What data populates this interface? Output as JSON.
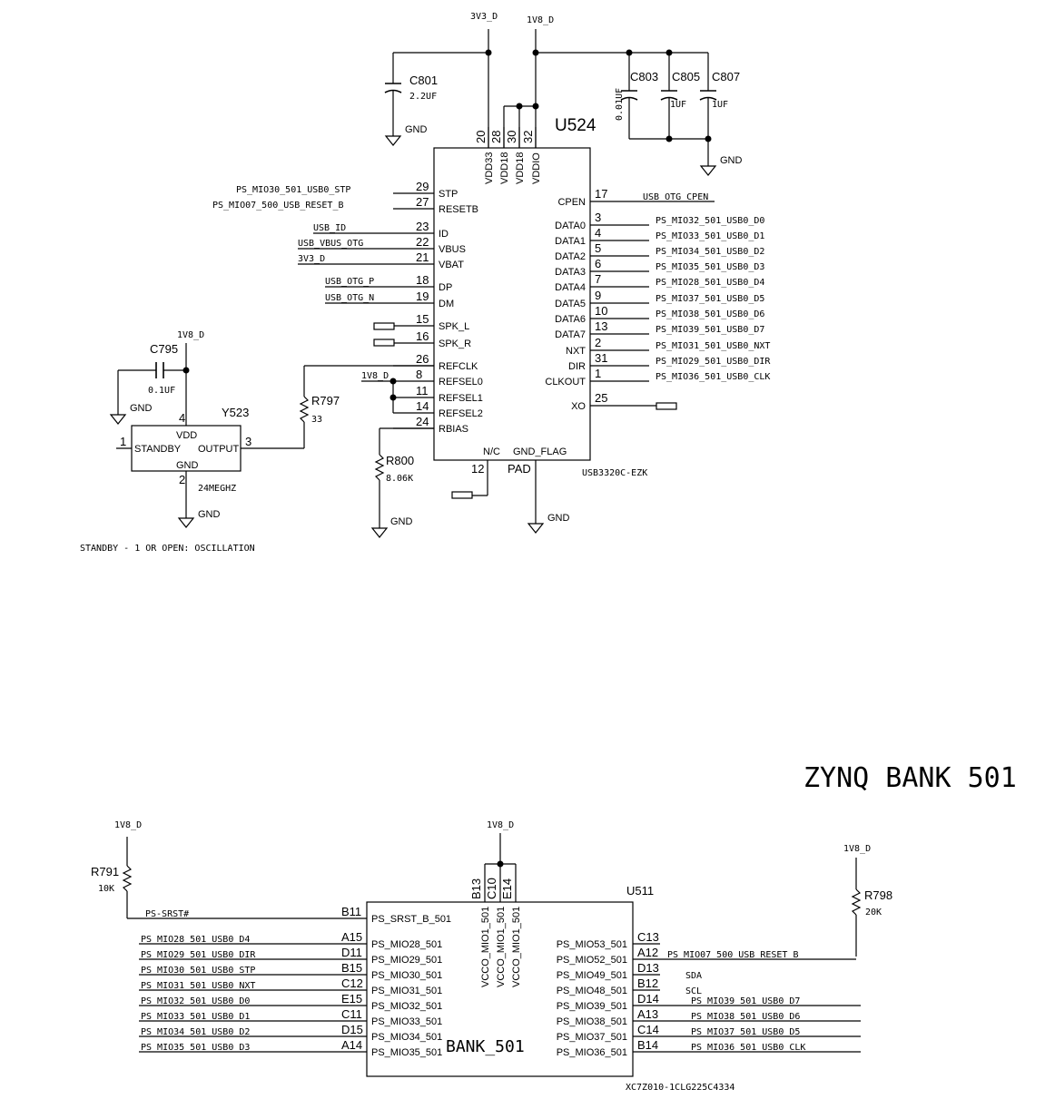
{
  "title": "ZYNQ BANK 501",
  "note": "STANDBY - 1 OR OPEN: OSCILLATION",
  "u524": {
    "ref": "U524",
    "part": "USB3320C-EZK",
    "left_pins": [
      {
        "num": "29",
        "name": "STP",
        "net": "PS_MIO30_501_USB0_STP"
      },
      {
        "num": "27",
        "name": "RESETB",
        "net": "PS_MIO07_500_USB_RESET_B"
      },
      {
        "num": "23",
        "name": "ID",
        "net": "USB_ID"
      },
      {
        "num": "22",
        "name": "VBUS",
        "net": "USB_VBUS_OTG"
      },
      {
        "num": "21",
        "name": "VBAT",
        "net": "3V3_D"
      },
      {
        "num": "18",
        "name": "DP",
        "net": "USB_OTG_P"
      },
      {
        "num": "19",
        "name": "DM",
        "net": "USB_OTG_N"
      },
      {
        "num": "15",
        "name": "SPK_L",
        "net": ""
      },
      {
        "num": "16",
        "name": "SPK_R",
        "net": ""
      },
      {
        "num": "26",
        "name": "REFCLK",
        "net": ""
      },
      {
        "num": "8",
        "name": "REFSEL0",
        "net": "1V8_D"
      },
      {
        "num": "11",
        "name": "REFSEL1",
        "net": ""
      },
      {
        "num": "14",
        "name": "REFSEL2",
        "net": ""
      },
      {
        "num": "24",
        "name": "RBIAS",
        "net": ""
      }
    ],
    "right_pins": [
      {
        "num": "17",
        "name": "CPEN",
        "net": "USB_OTG_CPEN"
      },
      {
        "num": "3",
        "name": "DATA0",
        "net": "PS_MIO32_501_USB0_D0"
      },
      {
        "num": "4",
        "name": "DATA1",
        "net": "PS_MIO33_501_USB0_D1"
      },
      {
        "num": "5",
        "name": "DATA2",
        "net": "PS_MIO34_501_USB0_D2"
      },
      {
        "num": "6",
        "name": "DATA3",
        "net": "PS_MIO35_501_USB0_D3"
      },
      {
        "num": "7",
        "name": "DATA4",
        "net": "PS_MIO28_501_USB0_D4"
      },
      {
        "num": "9",
        "name": "DATA5",
        "net": "PS_MIO37_501_USB0_D5"
      },
      {
        "num": "10",
        "name": "DATA6",
        "net": "PS_MIO38_501_USB0_D6"
      },
      {
        "num": "13",
        "name": "DATA7",
        "net": "PS_MIO39_501_USB0_D7"
      },
      {
        "num": "2",
        "name": "NXT",
        "net": "PS_MIO31_501_USB0_NXT"
      },
      {
        "num": "31",
        "name": "DIR",
        "net": "PS_MIO29_501_USB0_DIR"
      },
      {
        "num": "1",
        "name": "CLKOUT",
        "net": "PS_MIO36_501_USB0_CLK"
      },
      {
        "num": "25",
        "name": "XO",
        "net": ""
      }
    ],
    "top_pins": [
      {
        "num": "20",
        "name": "VDD33"
      },
      {
        "num": "28",
        "name": "VDD18"
      },
      {
        "num": "30",
        "name": "VDD18"
      },
      {
        "num": "32",
        "name": "VDDIO"
      }
    ],
    "bottom_pins": [
      {
        "num": "12",
        "name": "N/C"
      },
      {
        "num": "PAD",
        "name": "GND_FLAG"
      }
    ]
  },
  "rails": {
    "v33": "3V3_D",
    "v18": "1V8_D",
    "gnd": "GND"
  },
  "caps": [
    {
      "ref": "C801",
      "value": "2.2UF"
    },
    {
      "ref": "C803",
      "value": "0.01UF"
    },
    {
      "ref": "C805",
      "value": "1UF"
    },
    {
      "ref": "C807",
      "value": "1UF"
    },
    {
      "ref": "C795",
      "value": "0.1UF"
    }
  ],
  "resistors": [
    {
      "ref": "R797",
      "value": "33"
    },
    {
      "ref": "R800",
      "value": "8.06K"
    },
    {
      "ref": "R791",
      "value": "10K"
    },
    {
      "ref": "R798",
      "value": "20K"
    }
  ],
  "y523": {
    "ref": "Y523",
    "part": "24MEGHZ",
    "pins": [
      {
        "num": "1",
        "name": "STANDBY"
      },
      {
        "num": "3",
        "name": "OUTPUT"
      },
      {
        "num": "4",
        "name": "VDD"
      },
      {
        "num": "2",
        "name": "GND"
      }
    ]
  },
  "u511": {
    "ref": "U511",
    "part": "XC7Z010-1CLG225C4334",
    "bank": "BANK_501",
    "top_pins": [
      {
        "num": "B13",
        "name": "VCCO_MIO1_501"
      },
      {
        "num": "C10",
        "name": "VCCO_MIO1_501"
      },
      {
        "num": "E14",
        "name": "VCCO_MIO1_501"
      }
    ],
    "left_pins": [
      {
        "num": "B11",
        "name": "PS_SRST_B_501",
        "net": "PS-SRST#"
      },
      {
        "num": "A15",
        "name": "PS_MIO28_501",
        "net": "PS_MIO28_501_USB0_D4"
      },
      {
        "num": "D11",
        "name": "PS_MIO29_501",
        "net": "PS_MIO29_501_USB0_DIR"
      },
      {
        "num": "B15",
        "name": "PS_MIO30_501",
        "net": "PS_MIO30_501_USB0_STP"
      },
      {
        "num": "C12",
        "name": "PS_MIO31_501",
        "net": "PS_MIO31_501_USB0_NXT"
      },
      {
        "num": "E15",
        "name": "PS_MIO32_501",
        "net": "PS_MIO32_501_USB0_D0"
      },
      {
        "num": "C11",
        "name": "PS_MIO33_501",
        "net": "PS_MIO33_501_USB0_D1"
      },
      {
        "num": "D15",
        "name": "PS_MIO34_501",
        "net": "PS_MIO34_501_USB0_D2"
      },
      {
        "num": "A14",
        "name": "PS_MIO35_501",
        "net": "PS_MIO35_501_USB0_D3"
      }
    ],
    "right_pins": [
      {
        "num": "C13",
        "name": "PS_MIO53_501",
        "net": ""
      },
      {
        "num": "A12",
        "name": "PS_MIO52_501",
        "net": "PS_MIO07_500_USB_RESET_B"
      },
      {
        "num": "D13",
        "name": "PS_MIO49_501",
        "net": "SDA"
      },
      {
        "num": "B12",
        "name": "PS_MIO48_501",
        "net": "SCL"
      },
      {
        "num": "D14",
        "name": "PS_MIO39_501",
        "net": "PS_MIO39_501_USB0_D7"
      },
      {
        "num": "A13",
        "name": "PS_MIO38_501",
        "net": "PS_MIO38_501_USB0_D6"
      },
      {
        "num": "C14",
        "name": "PS_MIO37_501",
        "net": "PS_MIO37_501_USB0_D5"
      },
      {
        "num": "B14",
        "name": "PS_MIO36_501",
        "net": "PS_MIO36_501_USB0_CLK"
      }
    ]
  }
}
